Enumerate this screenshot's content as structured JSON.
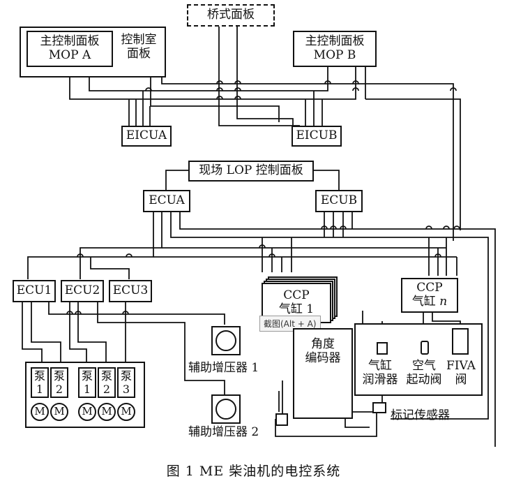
{
  "boxes": {
    "bridge": "桥式面板",
    "mop_a_line1": "主控制面板",
    "mop_a_line2": "MOP  A",
    "control_room_line1": "控制室",
    "control_room_line2": "面板",
    "mop_b_line1": "主控制面板",
    "mop_b_line2": "MOP B",
    "eicua": "EICUA",
    "eicub": "EICUB",
    "lop": "现场 LOP 控制面板",
    "ecua": "ECUA",
    "ecub": "ECUB",
    "ecu1": "ECU1",
    "ecu2": "ECU2",
    "ecu3": "ECU3",
    "ccp1_line1": "CCP",
    "ccp1_line2": "气缸 1",
    "ccpn_line1": "CCP",
    "ccpn_line2": "气缸 n",
    "angle_encoder": "角度\n编码器",
    "cyl_lube": "气缸\n润滑器",
    "air_start": "空气\n起动阀",
    "fiva": "FIVA\n阀",
    "marker_sensor": "标记传感器",
    "aux_blower_1": "辅助增压器 1",
    "aux_blower_2": "辅助增压器 2"
  },
  "pumps": [
    {
      "label": "泵\n1",
      "motor": "M"
    },
    {
      "label": "泵\n2",
      "motor": "M"
    },
    {
      "label": "泵\n1",
      "motor": "M"
    },
    {
      "label": "泵\n2",
      "motor": "M"
    },
    {
      "label": "泵\n3",
      "motor": "M"
    }
  ],
  "tooltip": "截图(Alt + A)",
  "caption": "图 1    ME 柴油机的电控系统"
}
